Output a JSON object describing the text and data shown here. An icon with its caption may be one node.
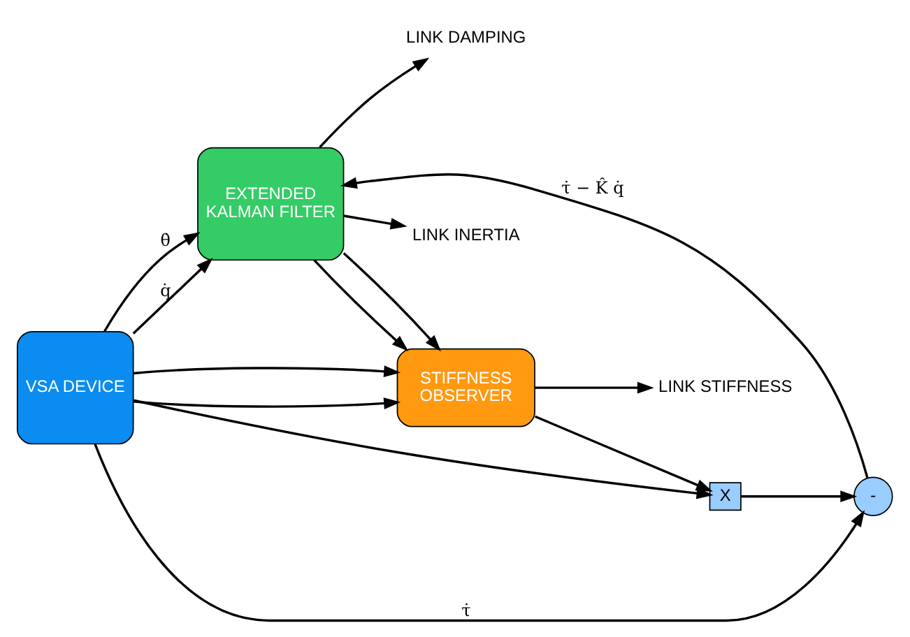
{
  "diagram": {
    "nodes": [
      {
        "text": [
          "VSA DEVICE"
        ]
      },
      {
        "text": [
          "EXTENDED KALMAN FILTER"
        ]
      },
      {
        "text": [
          "-"
        ]
      },
      {
        "text": [
          "X"
        ]
      },
      {
        "text": [
          "STIFFNESS OBSERVER"
        ]
      },
      {
        "text": [
          "LINK INERTIA"
        ]
      },
      {
        "text": [
          "LINK DAMPING"
        ]
      },
      {
        "text": [
          "LINK STIFFNESS"
        ]
      }
    ],
    "edges": [
      {
        "from": 0,
        "to": 1,
        "arrow": "to",
        "label": "θ̇"
      },
      {
        "from": 0,
        "to": 4,
        "arrow": "to"
      },
      {
        "from": 0,
        "to": 1,
        "arrow": "to",
        "label": "q̇"
      },
      {
        "from": 0,
        "to": 3,
        "arrow": "to"
      },
      {
        "from": 0,
        "to": 4,
        "arrow": "to"
      },
      {
        "from": 0,
        "to": 2,
        "arrow": "to",
        "label": "τ̇"
      },
      {
        "from": 3,
        "to": 2,
        "arrow": "to"
      },
      {
        "from": 2,
        "to": 1,
        "arrow": "to",
        "label": "τ̇ − K̂ q̇"
      },
      {
        "from": 1,
        "to": 4,
        "arrow": "to"
      },
      {
        "from": 1,
        "to": 4,
        "arrow": "to"
      },
      {
        "from": 1,
        "to": 5,
        "arrow": "to"
      },
      {
        "from": 1,
        "to": 6,
        "arrow": "to"
      },
      {
        "from": 4,
        "to": 3,
        "arrow": "to"
      },
      {
        "from": 4,
        "to": 7,
        "arrow": "to"
      }
    ]
  }
}
